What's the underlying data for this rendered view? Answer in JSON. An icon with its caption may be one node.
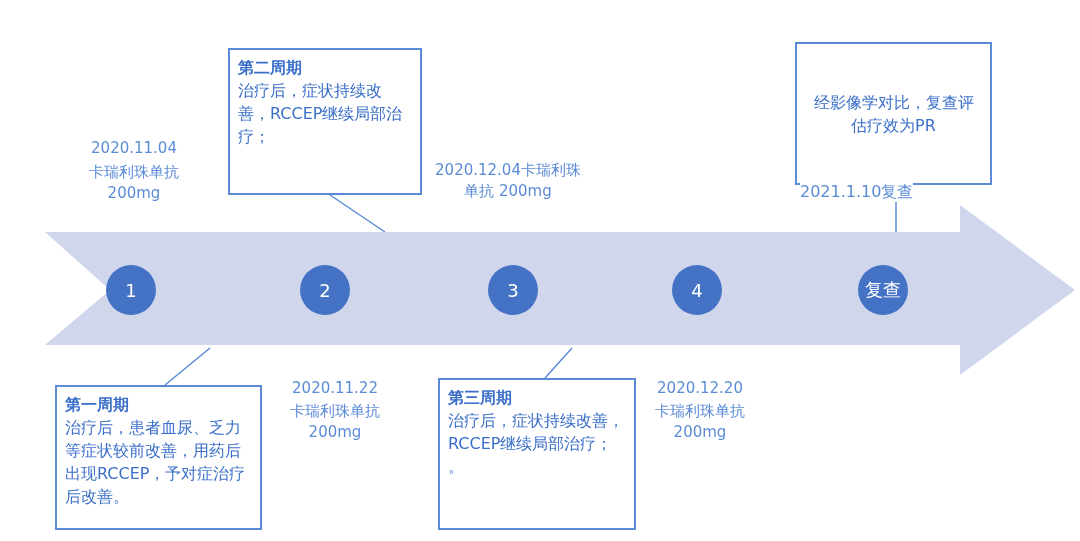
{
  "diagram": {
    "nodes": [
      {
        "text": [
          "第二周期",
          "治疗后，症状持续改善，RCCEP继续局部治疗；"
        ]
      },
      {
        "text": [
          "经影像学对比，复查评估疗效为PR"
        ]
      },
      {
        "text": [],
        "shape": "arrow"
      },
      {
        "text": [
          "1"
        ],
        "in": 2
      },
      {
        "text": [
          "2"
        ],
        "in": 2
      },
      {
        "text": [
          "3"
        ],
        "in": 2
      },
      {
        "text": [
          "4"
        ],
        "in": 2
      },
      {
        "text": [
          "复查"
        ],
        "in": 2
      },
      {
        "text": [
          "第一周期",
          "治疗后，患者血尿、乏力等症状较前改善，用药后出现RCCEP，予对症治疗后改善。"
        ]
      },
      {
        "text": [
          "第三周期",
          "治疗后，症状持续改善，RCCEP继续局部治疗；",
          "。"
        ]
      }
    ],
    "edges": [
      {
        "from": 0,
        "to": 2,
        "arrow": "none"
      },
      {
        "from": 1,
        "to": 2,
        "arrow": "none"
      },
      {
        "from": 8,
        "to": 2,
        "arrow": "none"
      },
      {
        "from": 9,
        "to": 2,
        "arrow": "none"
      }
    ],
    "labels": [
      "2020.11.04",
      "卡瑞利珠单抗 200mg",
      "2020.12.04卡瑞利珠单抗 200mg",
      "2021.1.10复查",
      "2020.11.22",
      "卡瑞利珠单抗 200mg",
      "2020.12.20",
      "卡瑞利珠单抗 200mg"
    ]
  }
}
